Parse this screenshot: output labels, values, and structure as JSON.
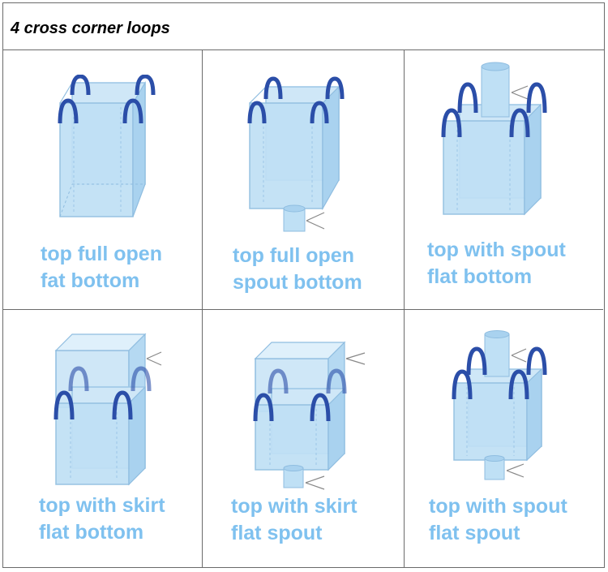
{
  "header": {
    "title": "4 cross corner loops"
  },
  "cells": [
    {
      "line1": "top full open",
      "line2": "fat bottom"
    },
    {
      "line1": "top full open",
      "line2": "spout bottom"
    },
    {
      "line1": "top with spout",
      "line2": "flat bottom"
    },
    {
      "line1": "top with skirt",
      "line2": "flat bottom"
    },
    {
      "line1": "top with skirt",
      "line2": "flat spout"
    },
    {
      "line1": "top with spout",
      "line2": "flat spout"
    }
  ],
  "colors": {
    "bag_fill": "#bfe0f5",
    "bag_edge": "#8fbde0",
    "loop": "#2b4ea8",
    "caption": "#7fc1ef",
    "grid": "#6b6b6b"
  }
}
